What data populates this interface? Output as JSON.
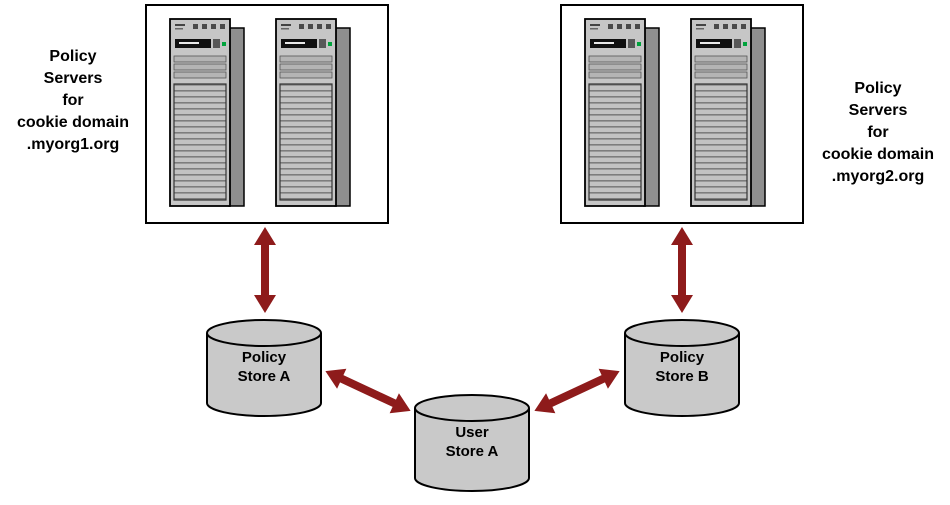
{
  "diagram": {
    "left_group": {
      "label": "Policy\nServers\nfor\ncookie domain\n.myorg1.org"
    },
    "right_group": {
      "label": "Policy\nServers\nfor\ncookie domain\n.myorg2.org"
    },
    "stores": {
      "policy_store_a": "Policy\nStore A",
      "policy_store_b": "Policy\nStore B",
      "user_store_a": "User\nStore A"
    },
    "colors": {
      "arrow": "#8e1b1b",
      "cylinder": "#c9c9c9",
      "outline": "#000000"
    }
  }
}
